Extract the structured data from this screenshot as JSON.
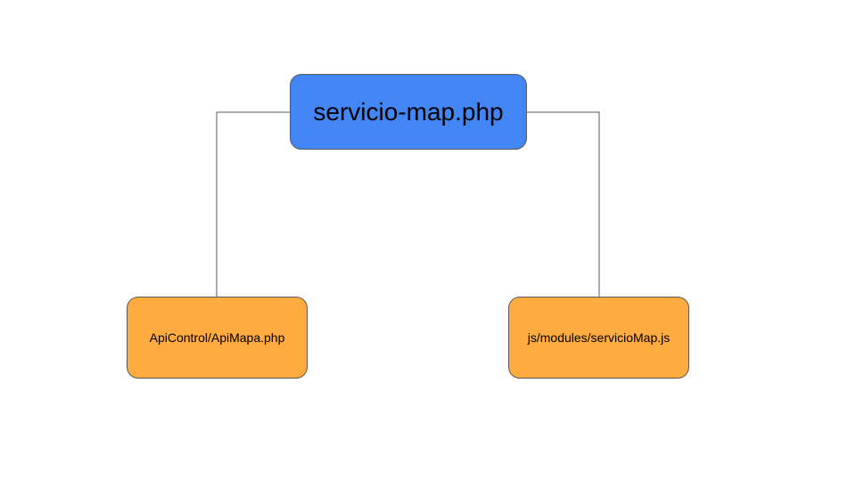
{
  "diagram": {
    "root": {
      "label": "servicio-map.php",
      "color": "#4285f4"
    },
    "children": [
      {
        "label": "ApiControl/ApiMapa.php",
        "color": "#ffab40"
      },
      {
        "label": "js/modules/servicioMap.js",
        "color": "#ffab40"
      }
    ],
    "connector_color": "#595959"
  }
}
